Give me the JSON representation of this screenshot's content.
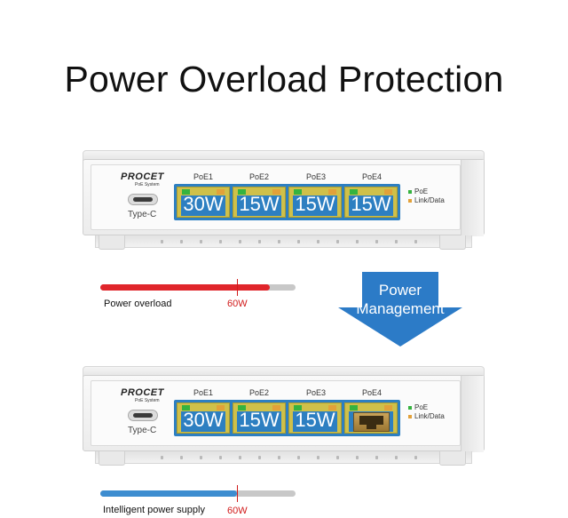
{
  "title": "Power Overload Protection",
  "colors": {
    "port_frame": "#2d7fc1",
    "overload_bar": "#e0252b",
    "smart_bar": "#3d8dd0",
    "limit": "#d11a1a",
    "arrow": "#2c7bc7"
  },
  "brand": {
    "name": "PROCET",
    "sub": "PoE System"
  },
  "device_labels": {
    "typec": "Type-C",
    "legend_poe": "PoE",
    "legend_link": "Link/Data"
  },
  "top_switch": {
    "ports": [
      {
        "label": "PoE1",
        "value": "30W"
      },
      {
        "label": "PoE2",
        "value": "15W"
      },
      {
        "label": "PoE3",
        "value": "15W"
      },
      {
        "label": "PoE4",
        "value": "15W"
      }
    ]
  },
  "overload_bar": {
    "label": "Power overload",
    "limit": "60W",
    "fill_fraction": 0.87,
    "limit_fraction": 0.7
  },
  "arrow": {
    "line1": "Power",
    "line2": "Management",
    "icon": "down-arrow-icon"
  },
  "bottom_switch": {
    "ports": [
      {
        "label": "PoE1",
        "value": "30W"
      },
      {
        "label": "PoE2",
        "value": "15W"
      },
      {
        "label": "PoE3",
        "value": "15W"
      },
      {
        "label": "PoE4",
        "value": ""
      }
    ]
  },
  "smart_bar": {
    "label": "Intelligent power supply",
    "limit": "60W",
    "fill_fraction": 0.7,
    "limit_fraction": 0.7
  }
}
